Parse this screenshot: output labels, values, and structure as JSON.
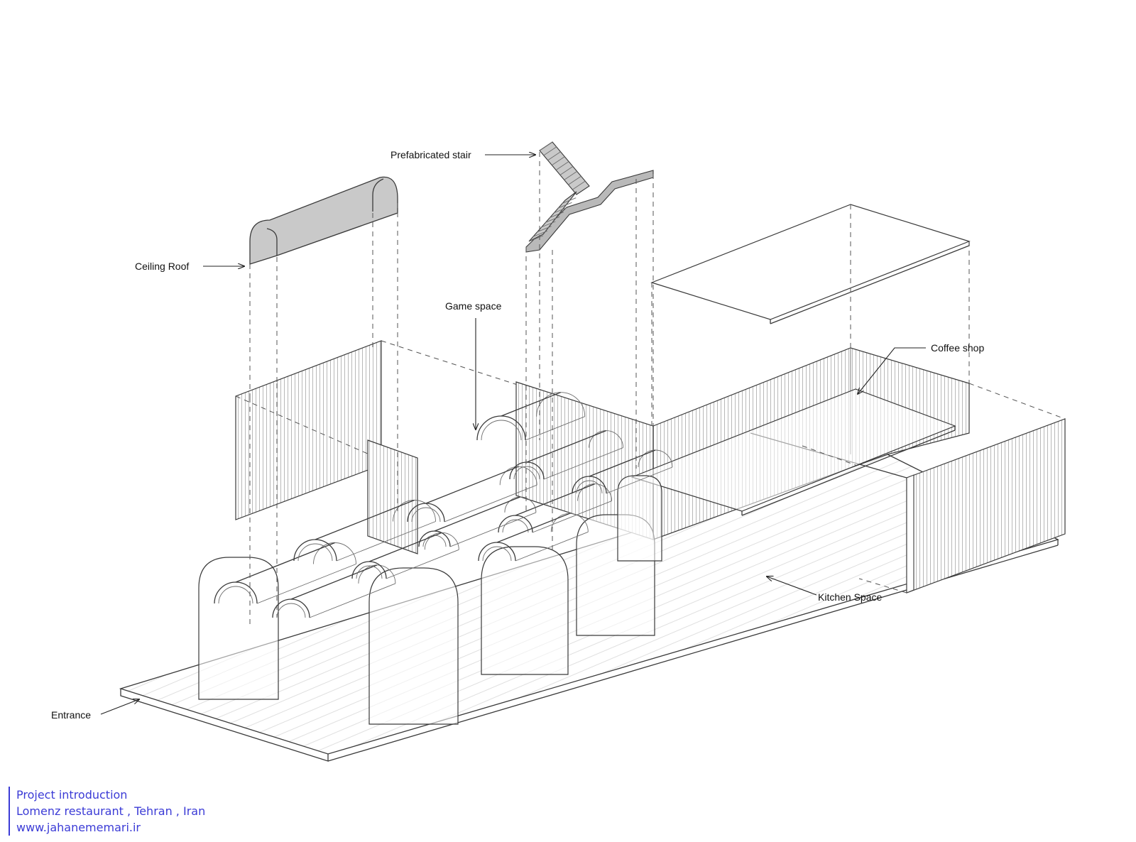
{
  "labels": {
    "prefabricated_stair": "Prefabricated stair",
    "ceiling_roof": "Ceiling Roof",
    "game_space": "Game space",
    "coffee_shop": "Coffee shop",
    "kitchen_space": "Kitchen Space",
    "entrance": "Entrance"
  },
  "footer": {
    "line1": "Project introduction",
    "line2": "Lomenz restaurant , Tehran , Iran",
    "line3": "www.jahanememari.ir"
  },
  "colors": {
    "footer_text": "#3b3bd6",
    "line": "#3a3a3a",
    "shaded_element": "#c9c9c9"
  }
}
